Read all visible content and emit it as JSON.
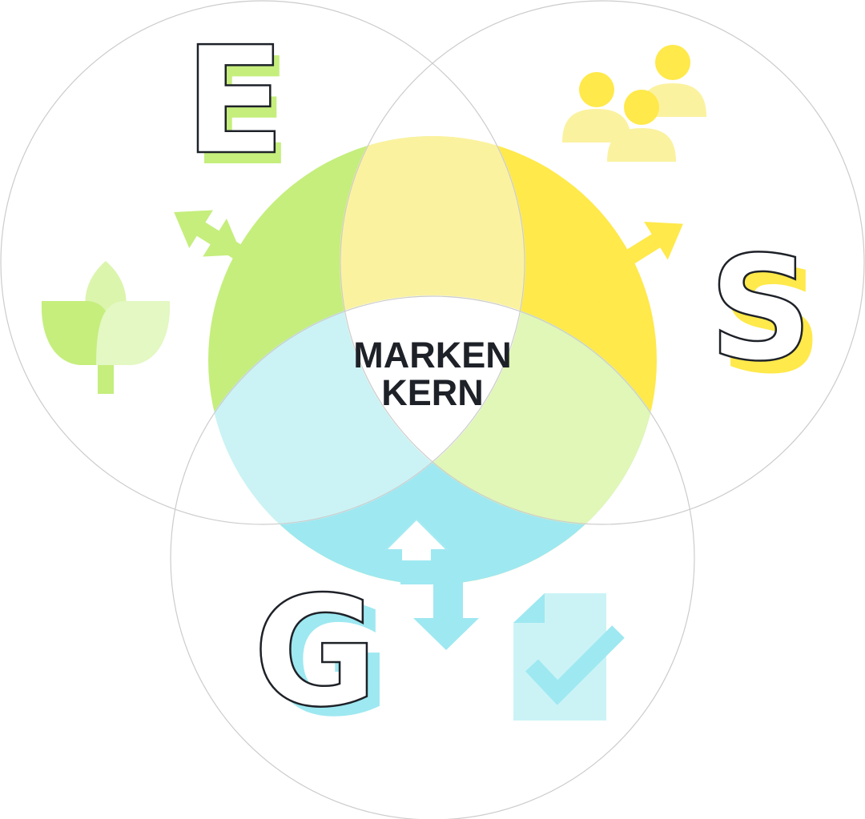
{
  "center": {
    "line1": "MARKEN",
    "line2": "KERN"
  },
  "letters": {
    "environmental": "E",
    "social": "S",
    "governance": "G"
  },
  "colors": {
    "green": "#c5ee7d",
    "green_light": "#dbf5ad",
    "yellow": "#ffe94b",
    "yellow_light": "#fbf2a0",
    "cyan": "#9ee8f1",
    "cyan_light": "#cbf3f6",
    "lime_overlap": "#e0f7b7",
    "outline": "#cccccc",
    "text": "#1e2228"
  },
  "icons": {
    "environmental": "plant-icon",
    "social": "people-icon",
    "governance": "checked-document-icon"
  }
}
